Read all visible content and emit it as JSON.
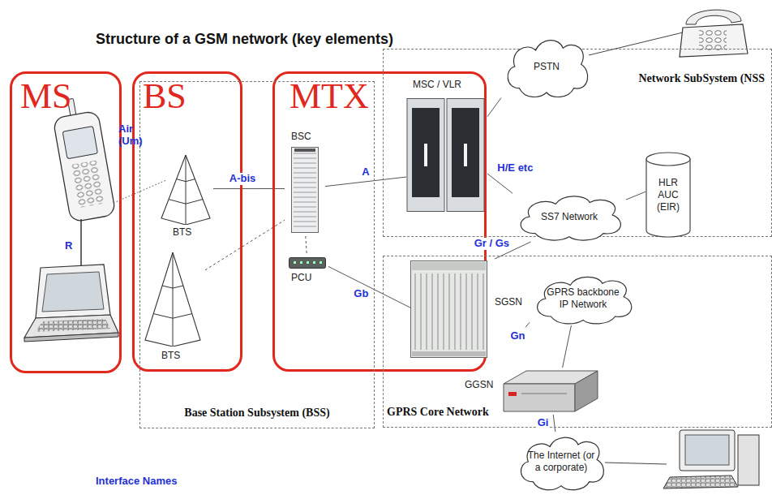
{
  "diagram": {
    "title": "Structure of a GSM network (key elements)",
    "nodes": [
      {
        "text": [
          "MS"
        ]
      },
      {
        "text": [
          "BS"
        ]
      },
      {
        "text": [
          "BTS"
        ],
        "in": 1
      },
      {
        "text": [
          "BTS"
        ],
        "in": 1
      },
      {
        "text": [
          "MTX"
        ]
      },
      {
        "text": [
          "BSC"
        ],
        "in": 4
      },
      {
        "text": [
          "PCU"
        ],
        "in": 4
      },
      {
        "text": [
          "MSC / VLR"
        ],
        "in": 4
      },
      {
        "text": [
          "SGSN"
        ],
        "in": 4
      },
      {
        "text": [
          "Base Station Subsystem (BSS)"
        ]
      },
      {
        "text": [
          "Network SubSystem (NSS"
        ]
      },
      {
        "text": [
          "GPRS Core Network"
        ]
      },
      {
        "text": [
          "PSTN"
        ]
      },
      {
        "text": [
          "HLR AUC (EIR)"
        ],
        "in": 10
      },
      {
        "text": [
          "SS7 Network"
        ]
      },
      {
        "text": [
          "GPRS backbone IP Network"
        ],
        "in": 11
      },
      {
        "text": [
          "GGSN"
        ],
        "in": 11
      },
      {
        "text": [
          "The Internet (or a corporate)"
        ]
      }
    ],
    "edges": [
      {
        "from": 2,
        "to": 5,
        "label": "A-bis",
        "arrow": "none"
      },
      {
        "from": 3,
        "to": 5,
        "arrow": "none"
      },
      {
        "from": 5,
        "to": 7,
        "label": "A",
        "arrow": "none"
      },
      {
        "from": 5,
        "to": 6,
        "arrow": "none"
      },
      {
        "from": 6,
        "to": 8,
        "label": "Gb",
        "arrow": "none"
      },
      {
        "from": 7,
        "to": 12,
        "arrow": "none"
      },
      {
        "from": 7,
        "to": 14,
        "label": "H/E etc",
        "arrow": "none"
      },
      {
        "from": 14,
        "to": 13,
        "arrow": "none"
      },
      {
        "from": 8,
        "to": 14,
        "label": "Gr / Gs",
        "arrow": "none"
      },
      {
        "from": 8,
        "to": 15,
        "label": "Gn",
        "arrow": "none"
      },
      {
        "from": 15,
        "to": 16,
        "arrow": "none"
      },
      {
        "from": 16,
        "to": 17,
        "label": "Gi",
        "arrow": "none"
      }
    ],
    "labels": [
      "Air (Um)",
      "R",
      "Interface Names"
    ]
  }
}
